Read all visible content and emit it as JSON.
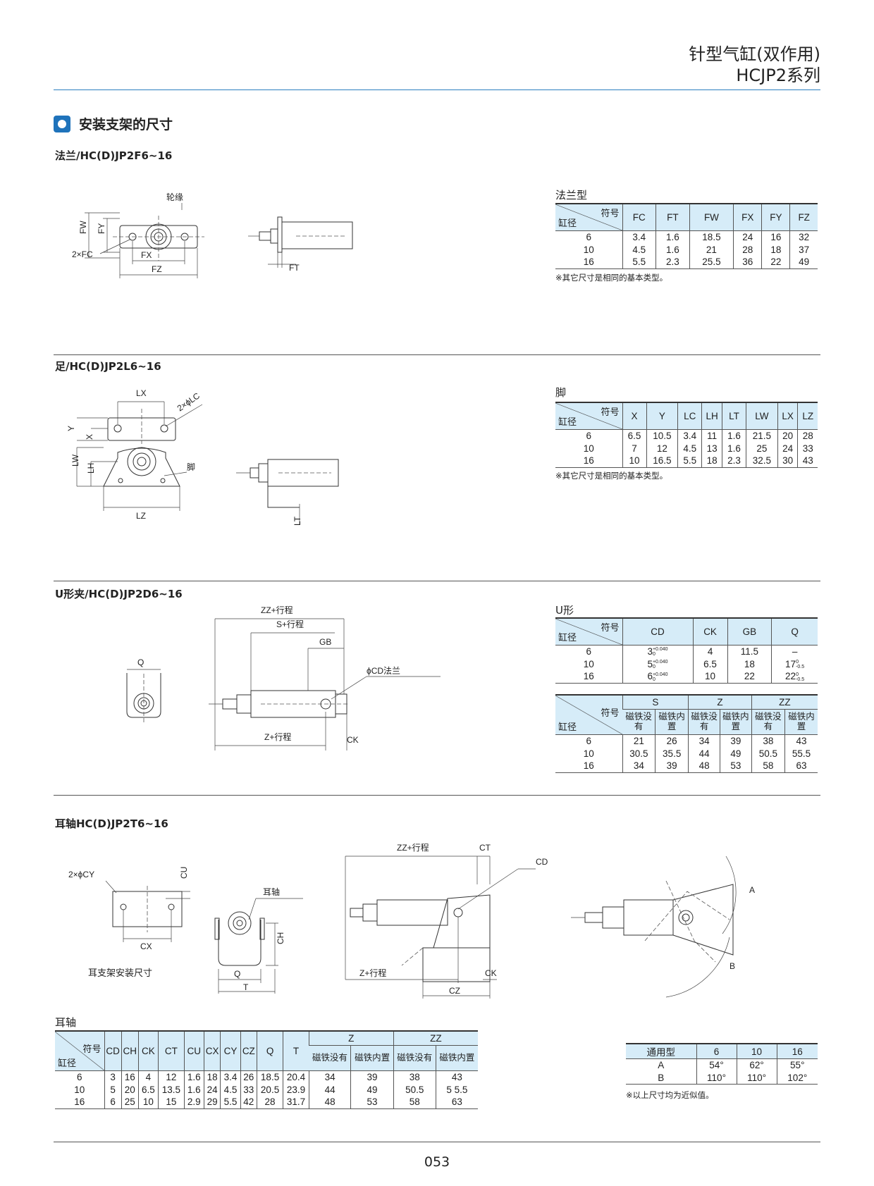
{
  "header": {
    "title_line1": "针型气缸(双作用)",
    "title_line2": "HCJP2系列"
  },
  "section": {
    "title": "安装支架的尺寸"
  },
  "flange": {
    "subtitle": "法兰/HC(D)JP2F6~16",
    "labels": {
      "rim": "轮缘",
      "fw": "FW",
      "fy": "FY",
      "fc": "2×FC",
      "fx": "FX",
      "fz": "FZ",
      "ft": "FT"
    },
    "table": {
      "title": "法兰型",
      "corner_top": "符号",
      "corner_bottom": "缸径",
      "headers": [
        "FC",
        "FT",
        "FW",
        "FX",
        "FY",
        "FZ"
      ],
      "rows": [
        [
          "6",
          "3.4",
          "1.6",
          "18.5",
          "24",
          "16",
          "32"
        ],
        [
          "10",
          "4.5",
          "1.6",
          "21",
          "28",
          "18",
          "37"
        ],
        [
          "16",
          "5.5",
          "2.3",
          "25.5",
          "36",
          "22",
          "49"
        ]
      ],
      "note": "※其它尺寸是相同的基本类型。"
    }
  },
  "foot": {
    "subtitle": "足/HC(D)JP2L6~16",
    "labels": {
      "lx": "LX",
      "lc": "2×ϕLC",
      "y": "Y",
      "x": "X",
      "lw": "LW",
      "lh": "LH",
      "lz": "LZ",
      "foot": "脚",
      "lt": "LT"
    },
    "table": {
      "title": "脚",
      "corner_top": "符号",
      "corner_bottom": "缸径",
      "headers": [
        "X",
        "Y",
        "LC",
        "LH",
        "LT",
        "LW",
        "LX",
        "LZ"
      ],
      "rows": [
        [
          "6",
          "6.5",
          "10.5",
          "3.4",
          "11",
          "1.6",
          "21.5",
          "20",
          "28"
        ],
        [
          "10",
          "7",
          "12",
          "4.5",
          "13",
          "1.6",
          "25",
          "24",
          "33"
        ],
        [
          "16",
          "10",
          "16.5",
          "5.5",
          "18",
          "2.3",
          "32.5",
          "30",
          "43"
        ]
      ],
      "note": "※其它尺寸是相同的基本类型。"
    }
  },
  "clevis": {
    "subtitle": "U形夹/HC(D)JP2D6~16",
    "labels": {
      "q": "Q",
      "zz": "ZZ+行程",
      "s": "S+行程",
      "gb": "GB",
      "cd": "ϕCD法兰",
      "z": "Z+行程",
      "ck": "CK"
    },
    "table1": {
      "title": "U形",
      "corner_top": "符号",
      "corner_bottom": "缸径",
      "headers": [
        "CD",
        "CK",
        "GB",
        "Q"
      ],
      "rows": [
        {
          "bore": "6",
          "cd": "3",
          "cd_tol_up": "+0.040",
          "cd_tol_low": "0",
          "ck": "4",
          "gb": "11.5",
          "q": "–",
          "q_tol_up": "",
          "q_tol_low": ""
        },
        {
          "bore": "10",
          "cd": "5",
          "cd_tol_up": "+0.040",
          "cd_tol_low": "0",
          "ck": "6.5",
          "gb": "18",
          "q": "17",
          "q_tol_up": "0",
          "q_tol_low": "-0.5"
        },
        {
          "bore": "16",
          "cd": "6",
          "cd_tol_up": "+0.040",
          "cd_tol_low": "0",
          "ck": "10",
          "gb": "22",
          "q": "22",
          "q_tol_up": "0",
          "q_tol_low": "-0.5"
        }
      ]
    },
    "table2": {
      "corner_top": "符号",
      "corner_bottom": "缸径",
      "groups": [
        "S",
        "Z",
        "ZZ"
      ],
      "sub_headers": [
        "磁铁没有",
        "磁铁内置",
        "磁铁没有",
        "磁铁内置",
        "磁铁没有",
        "磁铁内置"
      ],
      "rows": [
        [
          "6",
          "21",
          "26",
          "34",
          "39",
          "38",
          "43"
        ],
        [
          "10",
          "30.5",
          "35.5",
          "44",
          "49",
          "50.5",
          "55.5"
        ],
        [
          "16",
          "34",
          "39",
          "48",
          "53",
          "58",
          "63"
        ]
      ]
    }
  },
  "trunnion": {
    "subtitle": "耳轴HC(D)JP2T6~16",
    "labels": {
      "cy": "2×ϕCY",
      "cu": "CU",
      "cx": "CX",
      "caption": "耳支架安装尺寸",
      "trunnion": "耳轴",
      "ch": "CH",
      "q": "Q",
      "t": "T",
      "zz": "ZZ+行程",
      "ct": "CT",
      "cd": "CD",
      "z": "Z+行程",
      "ck": "CK",
      "cz": "CZ",
      "a": "A",
      "b": "B"
    },
    "table": {
      "title": "耳轴",
      "corner_top": "符号",
      "corner_bottom": "缸径",
      "headers": [
        "CD",
        "CH",
        "CK",
        "CT",
        "CU",
        "CX",
        "CY",
        "CZ",
        "Q",
        "T"
      ],
      "groups": [
        "Z",
        "ZZ"
      ],
      "sub_headers": [
        "磁铁没有",
        "磁铁内置",
        "磁铁没有",
        "磁铁内置"
      ],
      "rows": [
        [
          "6",
          "3",
          "16",
          "4",
          "12",
          "1.6",
          "18",
          "3.4",
          "26",
          "18.5",
          "20.4",
          "34",
          "39",
          "38",
          "43"
        ],
        [
          "10",
          "5",
          "20",
          "6.5",
          "13.5",
          "1.6",
          "24",
          "4.5",
          "33",
          "20.5",
          "23.9",
          "44",
          "49",
          "50.5",
          "5 5.5"
        ],
        [
          "16",
          "6",
          "25",
          "10",
          "15",
          "2.9",
          "29",
          "5.5",
          "42",
          "28",
          "31.7",
          "48",
          "53",
          "58",
          "63"
        ]
      ]
    },
    "angle_table": {
      "headers": [
        "通用型",
        "6",
        "10",
        "16"
      ],
      "rows": [
        [
          "A",
          "54°",
          "62°",
          "55°"
        ],
        [
          "B",
          "110°",
          "110°",
          "102°"
        ]
      ],
      "note": "※以上尺寸均为近似值。"
    }
  },
  "page_number": "053"
}
